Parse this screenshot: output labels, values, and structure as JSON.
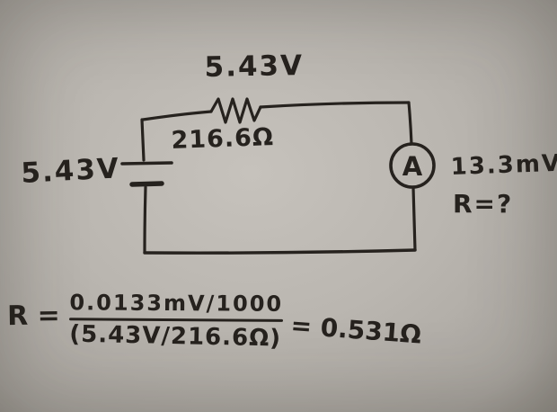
{
  "colors": {
    "paper": "#bab6b0",
    "ink": "#26221e"
  },
  "circuit": {
    "top_voltage": "5.43V",
    "resistor_value": "216.6Ω",
    "battery_voltage": "5.43V",
    "ammeter_label": "A",
    "ammeter_reading": "13.3mV",
    "unknown": "R=?"
  },
  "equation": {
    "prefix": "R =",
    "numerator": "0.0133mV/1000",
    "denominator": "(5.43V/216.6Ω)",
    "result": "= 0.531Ω"
  }
}
